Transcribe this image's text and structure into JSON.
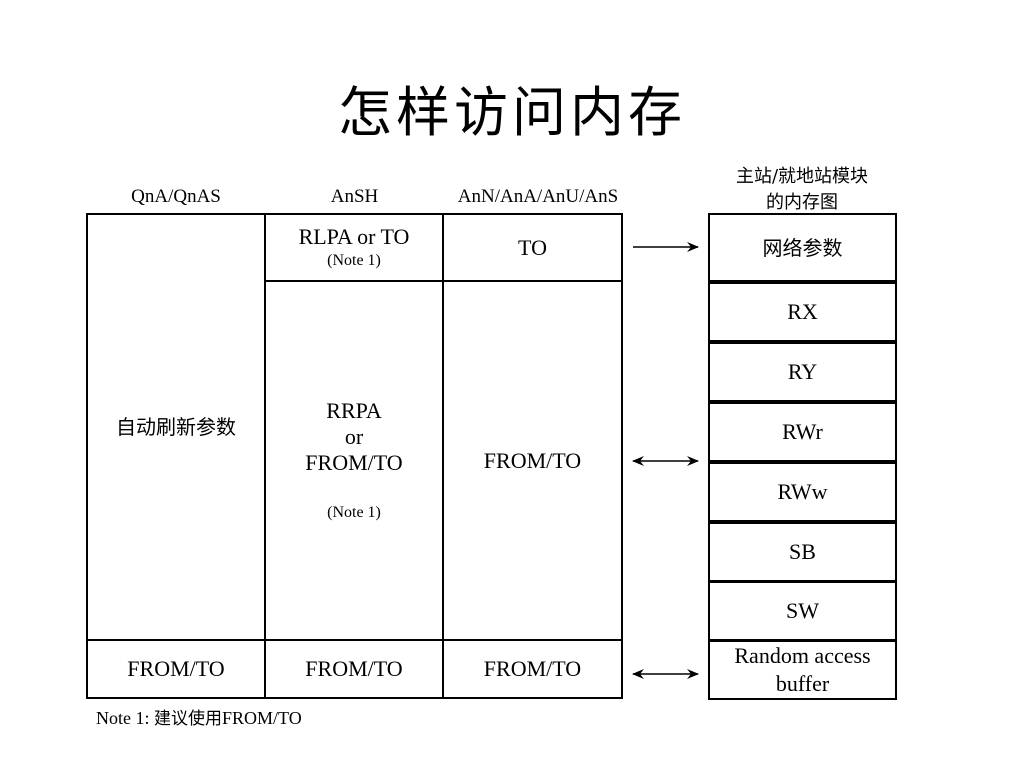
{
  "title": "怎样访问内存",
  "headers": {
    "qna": "QnA/QnAS",
    "ansh": "AnSH",
    "ann": "AnN/AnA/AnU/AnS",
    "memory_line1": "主站/就地站模块",
    "memory_line2": "的内存图"
  },
  "qna_column": {
    "refresh": "自动刷新参数",
    "bottom": "FROM/TO"
  },
  "ansh_column": {
    "top_main": "RLPA or TO",
    "top_note": "(Note 1)",
    "mid_line1": "RRPA",
    "mid_line2": "or",
    "mid_line3": "FROM/TO",
    "mid_note": "(Note 1)",
    "bottom": "FROM/TO"
  },
  "ann_column": {
    "top": "TO",
    "mid": "FROM/TO",
    "bottom": "FROM/TO"
  },
  "memory_map": {
    "network_params": "网络参数",
    "rx": "RX",
    "ry": "RY",
    "rwr": "RWr",
    "rww": "RWw",
    "sb": "SB",
    "sw": "SW",
    "random_access_line1": "Random access",
    "random_access_line2": "buffer"
  },
  "note": {
    "prefix": "Note 1: ",
    "text": "建议使用",
    "suffix": "FROM/TO"
  }
}
